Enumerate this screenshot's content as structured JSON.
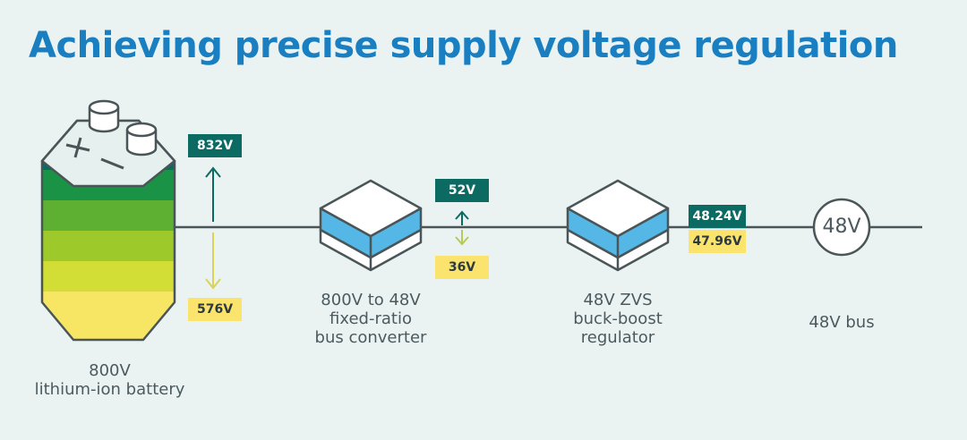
{
  "title": "Achieving precise supply voltage regulation",
  "battery": {
    "caption": [
      "800V",
      "lithium-ion battery"
    ],
    "max_label": "832V",
    "min_label": "576V",
    "terminal_plus": "+",
    "terminal_minus": "−"
  },
  "bus_converter": {
    "caption": [
      "800V to 48V",
      "fixed-ratio",
      "bus converter"
    ],
    "max_label": "52V",
    "min_label": "36V"
  },
  "regulator": {
    "caption": [
      "48V ZVS",
      "buck-boost",
      "regulator"
    ],
    "max_label": "48.24V",
    "min_label": "47.96V"
  },
  "bus": {
    "circle_label": "48V",
    "caption": "48V bus"
  },
  "colors": {
    "title": "#1a7fc1",
    "high_tag": "#0b6b62",
    "low_tag": "#fbe46d",
    "module_top": "#55b7e6",
    "line": "#4a5558",
    "battery_layers": [
      "#0b6b62",
      "#1f9a4e",
      "#5eb033",
      "#9ec92a",
      "#d2dd35",
      "#f7e564"
    ]
  }
}
